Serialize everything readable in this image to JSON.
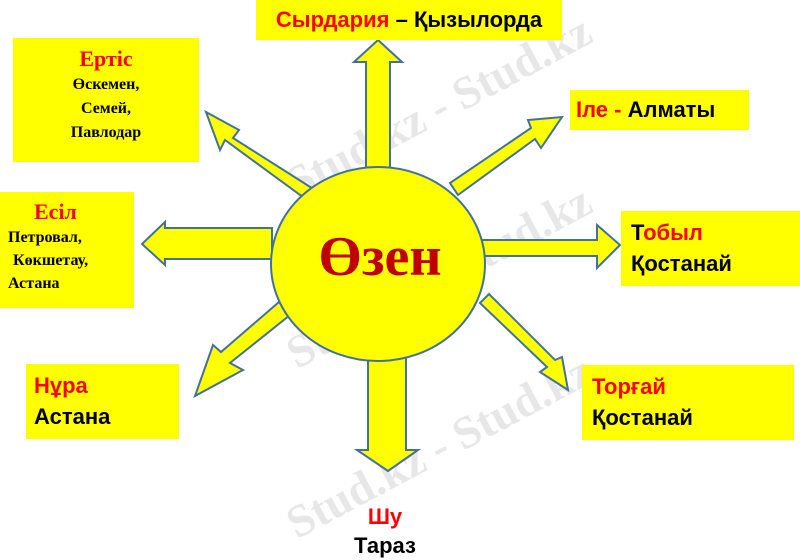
{
  "colors": {
    "box_fill": "#ffff00",
    "arrow_fill": "#ffff00",
    "arrow_stroke": "#41719c",
    "river_name": "#ff0000",
    "center_text": "#c00000",
    "city_text": "#000000"
  },
  "center": {
    "label": "Өзен"
  },
  "rivers": [
    {
      "id": "syrdarya",
      "name": "Сырдария",
      "separator": " – ",
      "cities": [
        "Қызылорда"
      ],
      "direction": "up"
    },
    {
      "id": "ile",
      "name": "Іле - ",
      "cities": [
        "Алматы"
      ],
      "direction": "up-right"
    },
    {
      "id": "tobyl",
      "name_first_letter": "Т",
      "name_rest": "обыл",
      "cities": [
        "Қостанай"
      ],
      "direction": "right"
    },
    {
      "id": "torgai",
      "name": "Торғай",
      "cities": [
        "Қостанай"
      ],
      "direction": "down-right"
    },
    {
      "id": "shu",
      "name": "Шу",
      "cities": [
        "Тараз"
      ],
      "direction": "down"
    },
    {
      "id": "nura",
      "name": "Нұра",
      "cities": [
        "Астана"
      ],
      "direction": "down-left"
    },
    {
      "id": "esil",
      "name": "Есіл",
      "cities": [
        "Петровал,",
        "Көкшетау,",
        "Астана"
      ],
      "direction": "left"
    },
    {
      "id": "ertis",
      "name": "Ертіс",
      "cities": [
        "Өскемен,",
        "Семей,",
        "Павлодар"
      ],
      "direction": "up-left"
    }
  ],
  "watermark": {
    "text": "Stud.kz - Stud.kz"
  }
}
